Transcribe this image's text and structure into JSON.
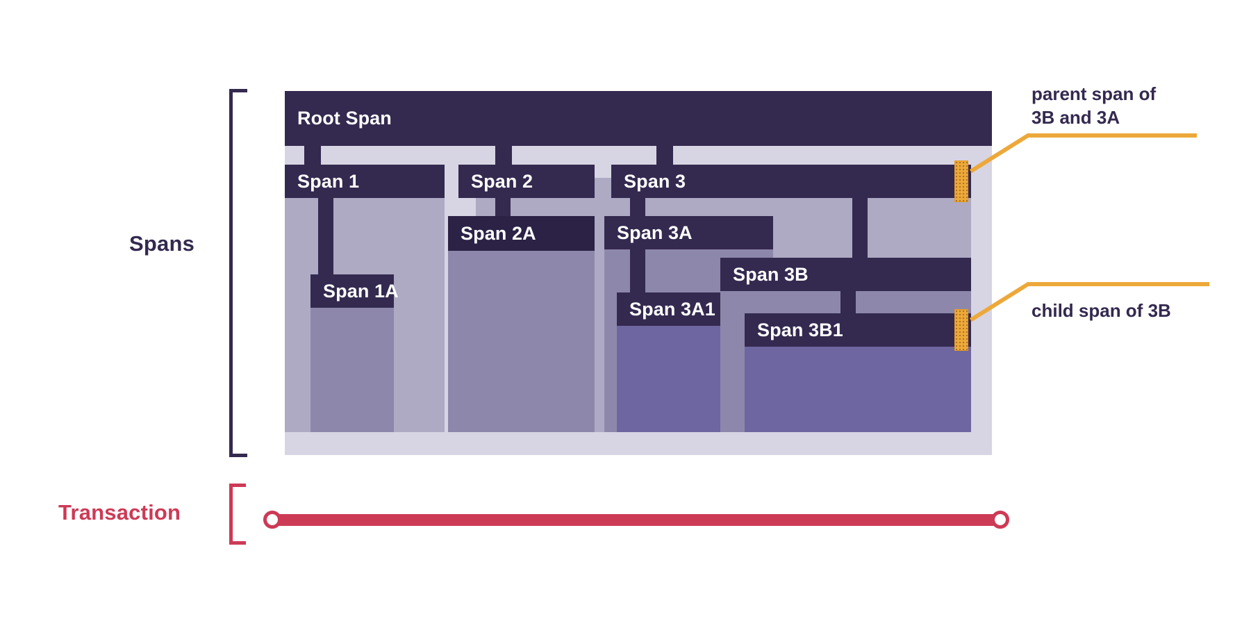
{
  "labels": {
    "spans": "Spans",
    "transaction": "Transaction"
  },
  "colors": {
    "span_bar": "#34294f",
    "span_bar_deep": "#2b2246",
    "container": "#d7d5e3",
    "depth1": "#aeaac4",
    "depth2": "#8d88ab",
    "depth3": "#6d66a0",
    "highlight": "#eda83a",
    "transaction": "#cd3a56",
    "text_on_bar": "#ffffff"
  },
  "spans": [
    {
      "id": "root",
      "label": "Root Span",
      "depth": 0
    },
    {
      "id": "s1",
      "label": "Span 1",
      "depth": 1
    },
    {
      "id": "s1a",
      "label": "Span 1A",
      "depth": 2
    },
    {
      "id": "s2",
      "label": "Span 2",
      "depth": 1
    },
    {
      "id": "s2a",
      "label": "Span 2A",
      "depth": 2
    },
    {
      "id": "s3",
      "label": "Span 3",
      "depth": 1
    },
    {
      "id": "s3a",
      "label": "Span 3A",
      "depth": 2
    },
    {
      "id": "s3a1",
      "label": "Span 3A1",
      "depth": 3
    },
    {
      "id": "s3b",
      "label": "Span 3B",
      "depth": 2
    },
    {
      "id": "s3b1",
      "label": "Span 3B1",
      "depth": 3
    }
  ],
  "annotations": [
    {
      "id": "parent-callout",
      "text": "parent span of\n3B and 3A",
      "target": "Span 3"
    },
    {
      "id": "child-callout",
      "text": "child span of 3B",
      "target": "Span 3B1"
    }
  ],
  "transaction": {
    "start_marker": "circle",
    "end_marker": "circle"
  },
  "diagram": {
    "type": "trace-span-hierarchy"
  }
}
